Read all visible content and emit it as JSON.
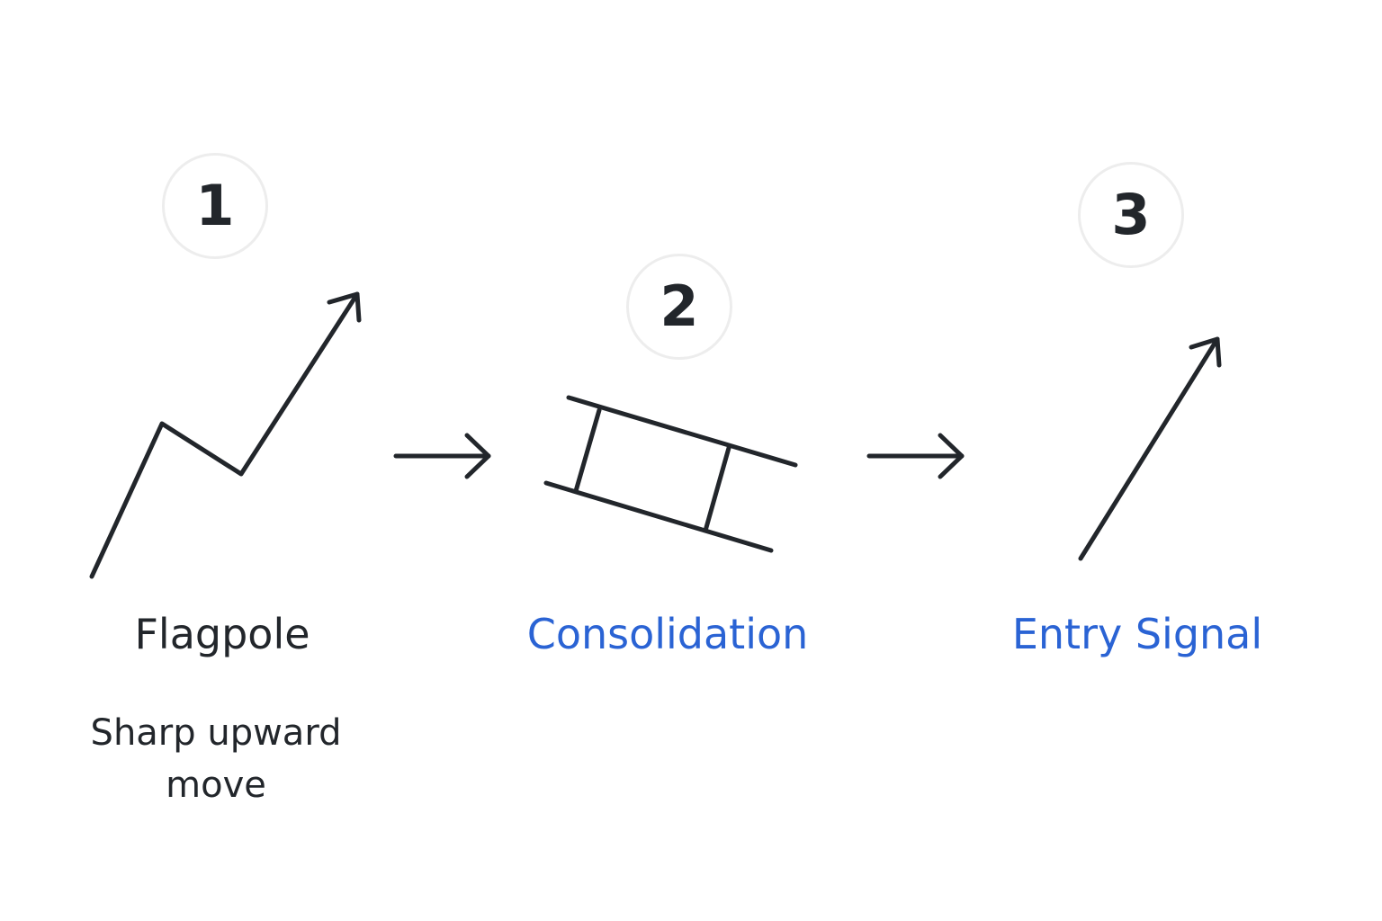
{
  "steps": [
    {
      "number": "1",
      "label": "Flagpole",
      "description": "Sharp upward move"
    },
    {
      "number": "2",
      "label": "Consolidation"
    },
    {
      "number": "3",
      "label": "Entry Signal"
    }
  ],
  "colors": {
    "stroke": "#22262b",
    "label_dark": "#22262b",
    "label_blue": "#2a63d4",
    "circle_border": "#ededed"
  },
  "icons": {
    "step1": "zigzag-up-arrow-icon",
    "connector": "right-arrow-icon",
    "step2": "flag-channel-icon",
    "step3": "diagonal-up-arrow-icon"
  }
}
